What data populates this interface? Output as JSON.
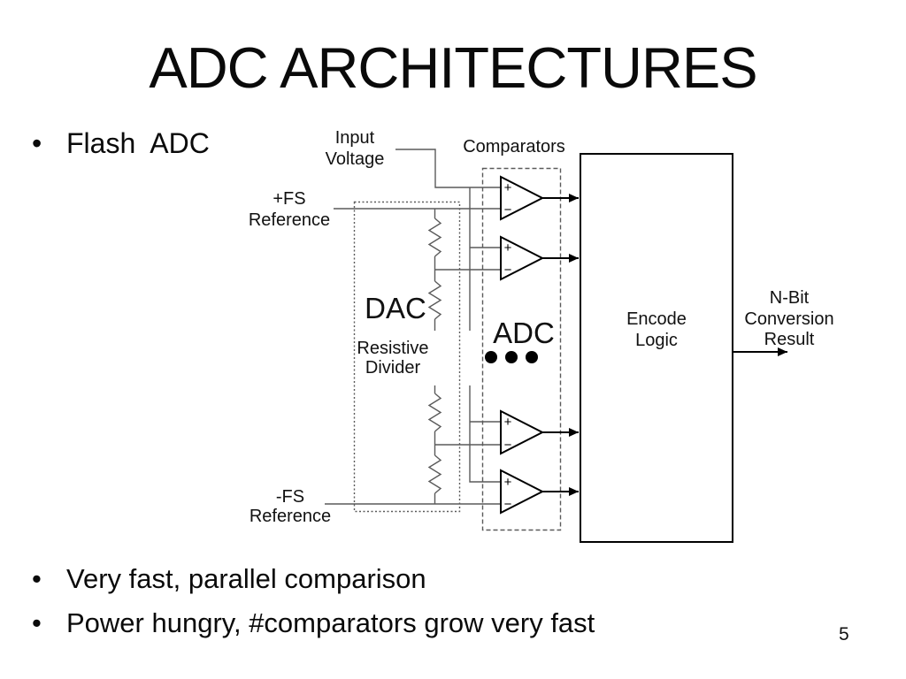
{
  "slide": {
    "title": "ADC ARCHITECTURES",
    "bullet_glyph": "•",
    "bullet_flash": "Flash  ADC",
    "bullet_fast": "Very fast, parallel comparison",
    "bullet_power": "Power hungry, #comparators grow very fast",
    "page_number": "5"
  },
  "diagram": {
    "input_voltage": {
      "line1": "Input",
      "line2": "Voltage"
    },
    "comparators_label": "Comparators",
    "pos_reference": {
      "line1": "+FS",
      "line2": "Reference"
    },
    "neg_reference": {
      "line1": "-FS",
      "line2": "Reference"
    },
    "dac_label": "DAC",
    "resistive_divider": {
      "line1": "Resistive",
      "line2": "Divider"
    },
    "adc_label": "ADC",
    "encode_logic": {
      "line1": "Encode",
      "line2": "Logic"
    },
    "output_label": {
      "line1": "N-Bit",
      "line2": "Conversion",
      "line3": "Result"
    },
    "comparator_plus": "+",
    "comparator_minus": "−"
  },
  "colors": {
    "background": "#ffffff",
    "ink": "#000000",
    "wire": "#5a5a5a"
  }
}
